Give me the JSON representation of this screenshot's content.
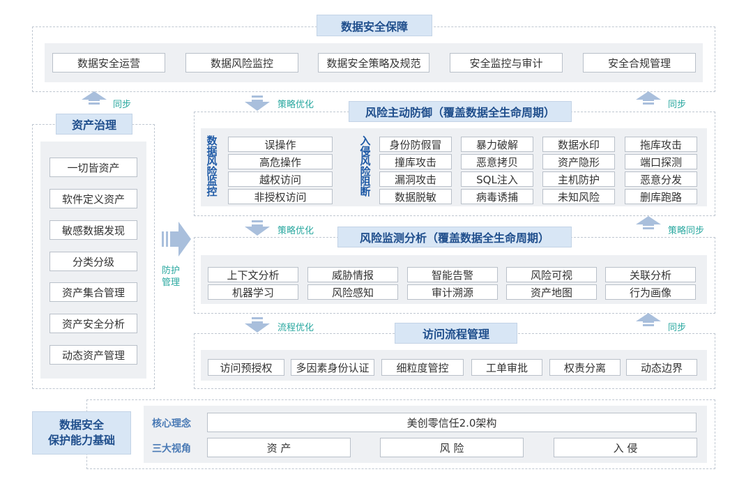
{
  "top": {
    "title": "数据安全保障",
    "items": [
      "数据安全运营",
      "数据风险监控",
      "数据安全策略及规范",
      "安全监控与审计",
      "安全合规管理"
    ]
  },
  "sync_labels": {
    "left_top": "同步",
    "right_top": "同步",
    "right_mid": "策略同步",
    "right_bottom": "同步"
  },
  "opt_labels": {
    "one": "策略优化",
    "two": "策略优化",
    "three": "流程优化"
  },
  "asset": {
    "title": "资产治理",
    "items": [
      "一切皆资产",
      "软件定义资产",
      "敏感数据发现",
      "分类分级",
      "资产集合管理",
      "资产安全分析",
      "动态资产管理"
    ]
  },
  "protect_label": "防护\n管理",
  "risk_defense": {
    "title": "风险主动防御（覆盖数据全生命周期）",
    "left_vertical": "数据风险监控",
    "left_items": [
      "误操作",
      "高危操作",
      "越权访问",
      "非授权访问"
    ],
    "right_vertical": "入侵风险阻断",
    "grid": [
      [
        "身份防假冒",
        "暴力破解",
        "数据水印",
        "拖库攻击"
      ],
      [
        "撞库攻击",
        "恶意拷贝",
        "资产隐形",
        "端口探测"
      ],
      [
        "漏洞攻击",
        "SQL注入",
        "主机防护",
        "恶意分发"
      ],
      [
        "数据脱敏",
        "病毒诱捕",
        "未知风险",
        "删库跑路"
      ]
    ]
  },
  "risk_monitor": {
    "title": "风险监测分析（覆盖数据全生命周期）",
    "row1": [
      "上下文分析",
      "威胁情报",
      "智能告警",
      "风险可视",
      "关联分析"
    ],
    "row2": [
      "机器学习",
      "风险感知",
      "审计溯源",
      "资产地图",
      "行为画像"
    ]
  },
  "access": {
    "title": "访问流程管理",
    "items": [
      "访问预授权",
      "多因素身份认证",
      "细粒度管控",
      "工单审批",
      "权责分离",
      "动态边界"
    ]
  },
  "foundation": {
    "title_line1": "数据安全",
    "title_line2": "保护能力基础",
    "core_label": "核心理念",
    "core_value": "美创零信任2.0架构",
    "views_label": "三大视角",
    "views": [
      "资 产",
      "风 险",
      "入 侵"
    ]
  },
  "colors": {
    "title_bg": "#d8e6f5",
    "title_text": "#1f4e8c",
    "arrow": "#a9bfdc",
    "sync_text": "#2aa8a0"
  }
}
